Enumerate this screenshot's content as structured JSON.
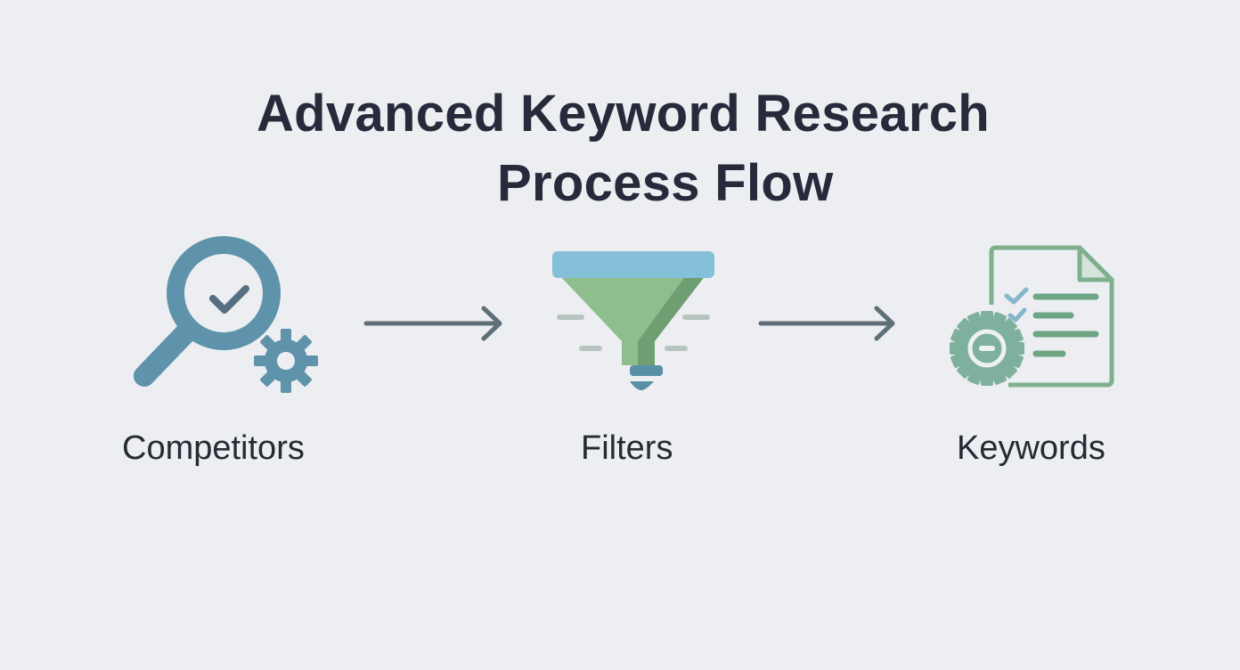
{
  "title": {
    "line1": "Advanced Keyword Research",
    "line2": "Process Flow"
  },
  "steps": [
    {
      "label": "Competitors",
      "icon": "magnifier-check-gear-icon"
    },
    {
      "label": "Filters",
      "icon": "funnel-icon"
    },
    {
      "label": "Keywords",
      "icon": "document-checklist-gear-icon"
    }
  ],
  "colors": {
    "background": "#eceef1",
    "text": "#262a3a",
    "blue_icon": "#5f93ab",
    "green_icon": "#7fb08e",
    "funnel_top": "#86c0d8",
    "funnel_body": "#8fbe8e",
    "arrow": "#5f6f78"
  }
}
